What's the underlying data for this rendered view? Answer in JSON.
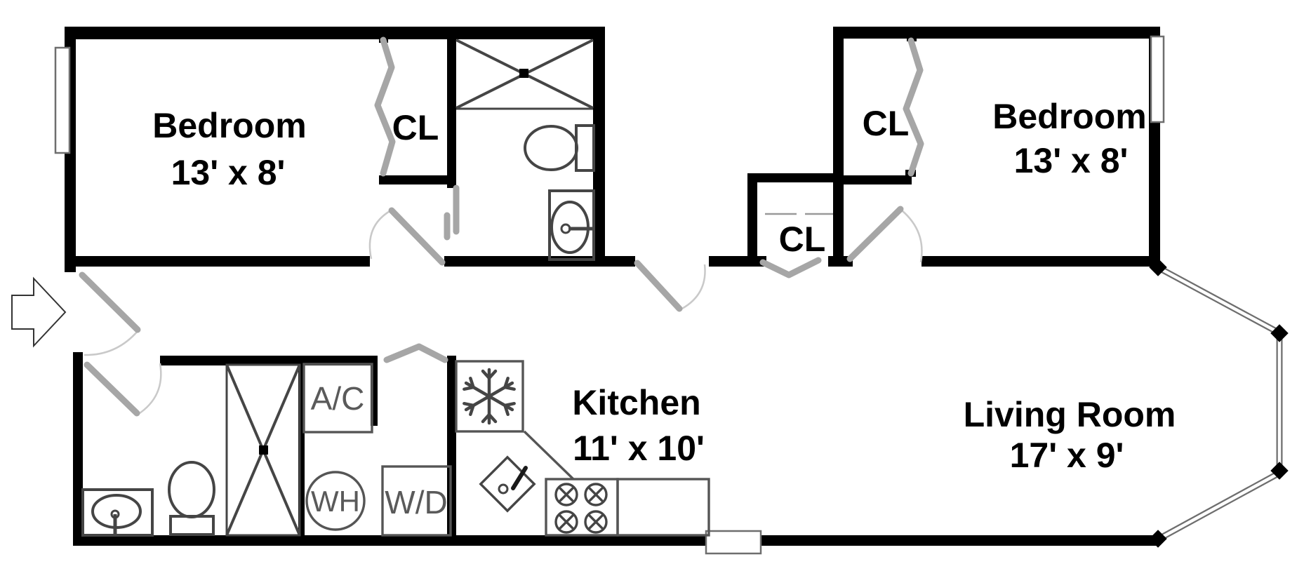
{
  "rooms": {
    "bedroom_left": {
      "name": "Bedroom",
      "dims": "13' x 8'"
    },
    "bedroom_right": {
      "name": "Bedroom",
      "dims": "13' x 8'"
    },
    "kitchen": {
      "name": "Kitchen",
      "dims": "11' x 10'"
    },
    "living_room": {
      "name": "Living Room",
      "dims": "17' x 9'"
    }
  },
  "closets": {
    "bedroom_left_closet": "CL",
    "hall_closet": "CL",
    "bedroom_right_closet": "CL"
  },
  "appliances": {
    "air_conditioner": "A/C",
    "water_heater": "WH",
    "washer_dryer": "W/D"
  },
  "icons": {
    "fridge": "snowflake-icon",
    "stove_burner": "crossed-circle-icon",
    "shower": "x-box-icon",
    "entry": "arrow-right-icon"
  },
  "colors": {
    "wall": "#000000",
    "door": "#a6a6a6",
    "door_arc": "#c9c9c9",
    "fixture": "#454545",
    "appliance_outline": "#555555",
    "appliance_label": "#5a5a5a",
    "window": "#6e6e6e",
    "background": "#ffffff"
  }
}
